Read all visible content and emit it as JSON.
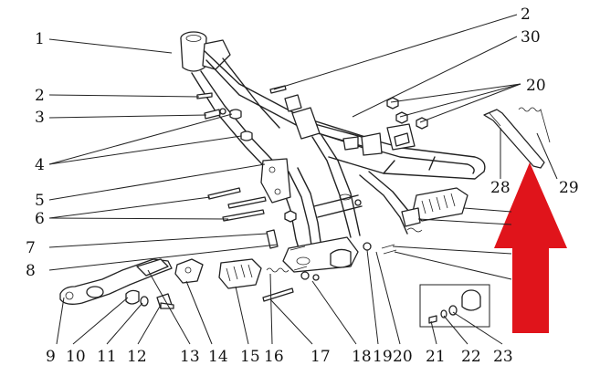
{
  "callouts": [
    "1",
    "2",
    "2",
    "30",
    "3",
    "20",
    "4",
    "5",
    "6",
    "7",
    "8",
    "28",
    "29",
    "9",
    "10",
    "11",
    "12",
    "13",
    "14",
    "15",
    "16",
    "17",
    "18",
    "19",
    "20",
    "21",
    "22",
    "23"
  ],
  "arrow_color": "#e0141b",
  "line_color": "#222222"
}
